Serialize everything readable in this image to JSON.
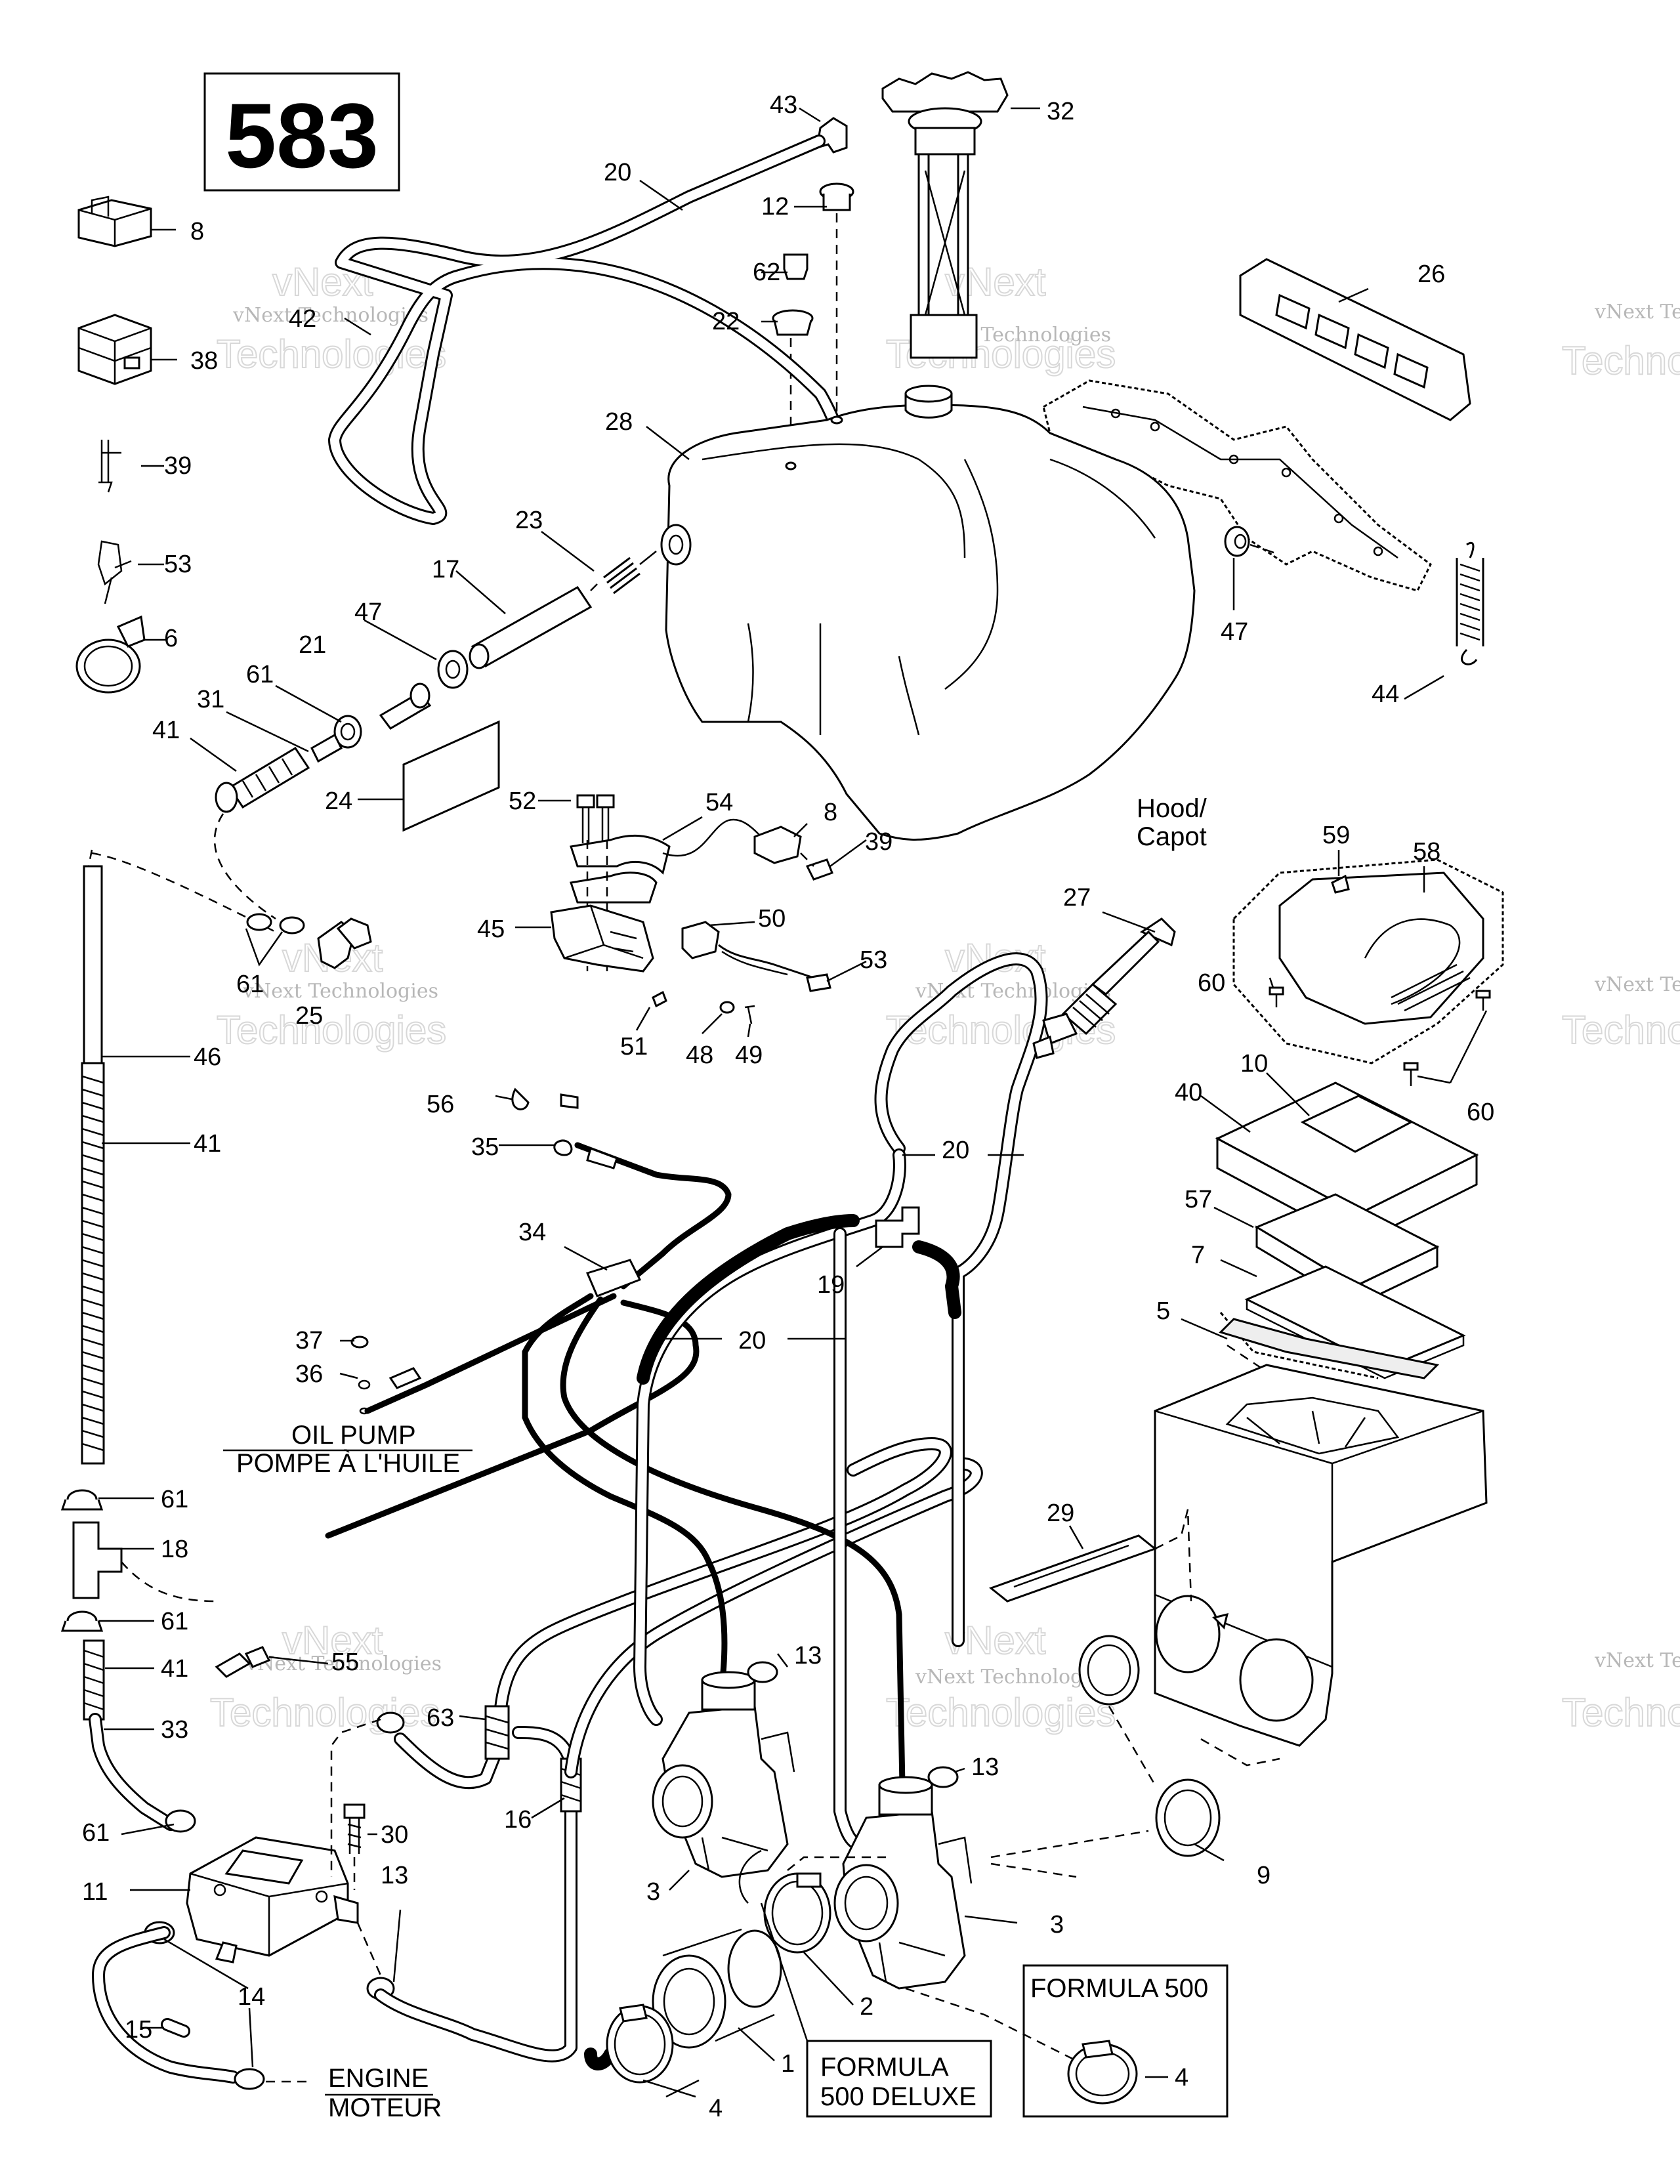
{
  "page_number": "583",
  "labels": {
    "oil_pump": "OIL PUMP",
    "pompe": "POMPE À L'HUILE",
    "hood": "Hood/",
    "capot": "Capot",
    "engine": "ENGINE",
    "moteur": "MOTEUR",
    "formula_deluxe_1": "FORMULA",
    "formula_deluxe_2": "500 DELUXE",
    "formula_500": "FORMULA 500"
  },
  "watermark": {
    "small": "vNext Technologies",
    "big_1": "vNext",
    "big_2": "Technologies",
    "edge_small": "vNext Te",
    "edge_big": "Technolo"
  },
  "callouts": {
    "c43": "43",
    "c32": "32",
    "c20a": "20",
    "c12": "12",
    "c8a": "8",
    "c62": "62",
    "c22": "22",
    "c26": "26",
    "c42": "42",
    "c38": "38",
    "c28": "28",
    "c39a": "39",
    "c23": "23",
    "c53a": "53",
    "c17": "17",
    "c47a": "47",
    "c6": "6",
    "c21": "21",
    "c47b": "47",
    "c44": "44",
    "c61a": "61",
    "c31": "31",
    "c41a": "41",
    "c24": "24",
    "c52": "52",
    "c54": "54",
    "c8b": "8",
    "c39b": "39",
    "c59": "59",
    "c58": "58",
    "c27": "27",
    "c45": "45",
    "c50": "50",
    "c53b": "53",
    "c61b": "61",
    "c25": "25",
    "c60a": "60",
    "c51": "51",
    "c48": "48",
    "c49": "49",
    "c60b": "60",
    "c46": "46",
    "c10": "10",
    "c40": "40",
    "c56": "56",
    "c41b": "41",
    "c35": "35",
    "c20b": "20",
    "c57": "57",
    "c34": "34",
    "c7": "7",
    "c19": "19",
    "c5": "5",
    "c37": "37",
    "c20c": "20",
    "c36": "36",
    "c61c": "61",
    "c29": "29",
    "c18": "18",
    "c61d": "61",
    "c41c": "41",
    "c55": "55",
    "c13a": "13",
    "c33": "33",
    "c63": "63",
    "c13b": "13",
    "c61e": "61",
    "c30": "30",
    "c16": "16",
    "c9": "9",
    "c11": "11",
    "c3a": "3",
    "c3b": "3",
    "c13c": "13",
    "c14": "14",
    "c2": "2",
    "c15": "15",
    "c1": "1",
    "c4a": "4",
    "c4b": "4"
  }
}
